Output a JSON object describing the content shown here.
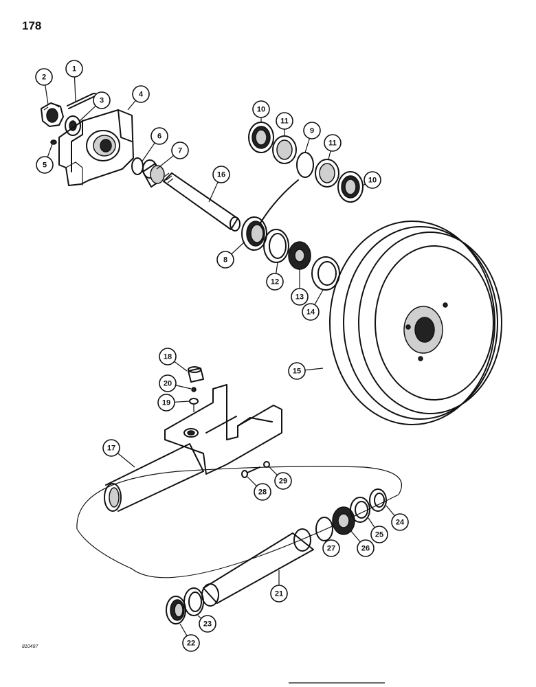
{
  "page_number": "178",
  "reference_code": "810497",
  "callouts": [
    {
      "label": "1"
    },
    {
      "label": "2"
    },
    {
      "label": "3"
    },
    {
      "label": "4"
    },
    {
      "label": "5"
    },
    {
      "label": "6"
    },
    {
      "label": "7"
    },
    {
      "label": "16"
    },
    {
      "label": "10"
    },
    {
      "label": "11"
    },
    {
      "label": "9"
    },
    {
      "label": "11"
    },
    {
      "label": "10"
    },
    {
      "label": "8"
    },
    {
      "label": "12"
    },
    {
      "label": "13"
    },
    {
      "label": "14"
    },
    {
      "label": "15"
    },
    {
      "label": "18"
    },
    {
      "label": "20"
    },
    {
      "label": "19"
    },
    {
      "label": "17"
    },
    {
      "label": "28"
    },
    {
      "label": "29"
    },
    {
      "label": "24"
    },
    {
      "label": "25"
    },
    {
      "label": "26"
    },
    {
      "label": "27"
    },
    {
      "label": "21"
    },
    {
      "label": "22"
    },
    {
      "label": "23"
    }
  ]
}
